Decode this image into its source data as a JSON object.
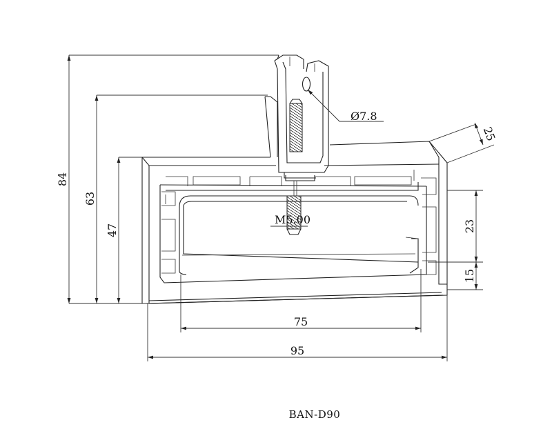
{
  "drawing": {
    "title": "BAN-D90",
    "dimensions": {
      "total_height": "84",
      "mid_height": "63",
      "body_height": "47",
      "slot_depth": "23",
      "bottom_offset": "15",
      "lip_width": "25",
      "inner_width": "75",
      "total_width": "95",
      "hole_diameter": "Ø7.8",
      "screw_thread": "M5.00"
    }
  }
}
